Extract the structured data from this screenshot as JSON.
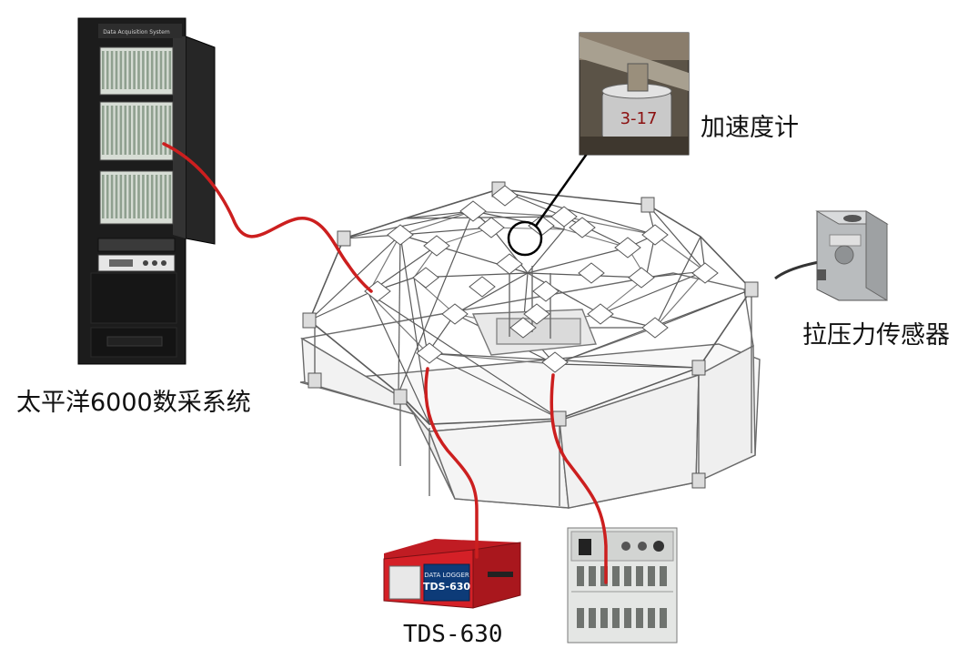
{
  "labels": {
    "daq_system": "太平洋6000数采系统",
    "accelerometer": "加速度计",
    "load_cell": "拉压力传感器",
    "tds": "TDS-630"
  },
  "devices": {
    "cabinet_title": "Data Acquisition System",
    "tds_brand": "DATA LOGGER",
    "tds_model": "TDS-630",
    "accel_marking": "3-17"
  },
  "colors": {
    "cable": "#cc1f1f",
    "structure_line": "#555555",
    "rack": "#1c1c1c",
    "tds_body": "#d42027"
  }
}
